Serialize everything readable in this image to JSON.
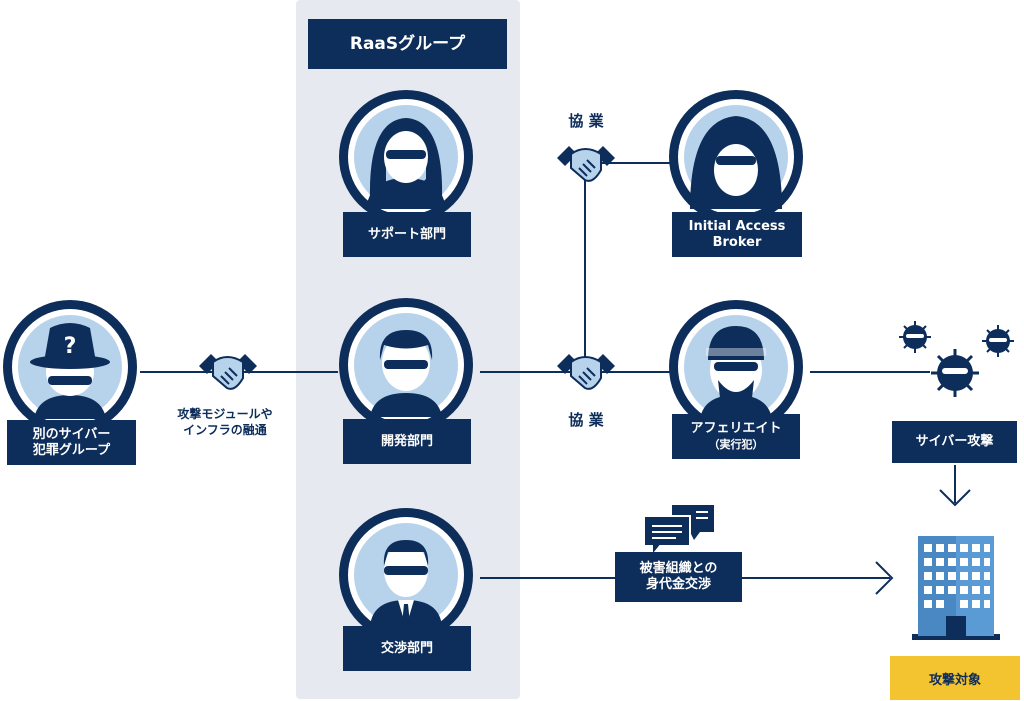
{
  "group": {
    "title": "RaaSグループ"
  },
  "departments": {
    "support": "サポート部門",
    "development": "開発部門",
    "negotiation": "交渉部門"
  },
  "other_group": {
    "line1": "別のサイバー",
    "line2": "犯罪グループ"
  },
  "exchange_label": {
    "line1": "攻撃モジュールや",
    "line2": "インフラの融通"
  },
  "cooperation_top": "協 業",
  "cooperation_mid": "協 業",
  "iab": {
    "line1": "Initial Access",
    "line2": "Broker"
  },
  "affiliate": {
    "line1": "アフェリエイト",
    "line2": "（実行犯）"
  },
  "cyber_attack": "サイバー攻撃",
  "ransom": {
    "line1": "被害組織との",
    "line2": "身代金交渉"
  },
  "target": "攻撃対象",
  "colors": {
    "navy": "#0d2d5a",
    "light_blue": "#b7d3ec",
    "panel": "#e6e9ef",
    "handshake": "#b7d3ec",
    "target_yellow": "#f4c430"
  }
}
